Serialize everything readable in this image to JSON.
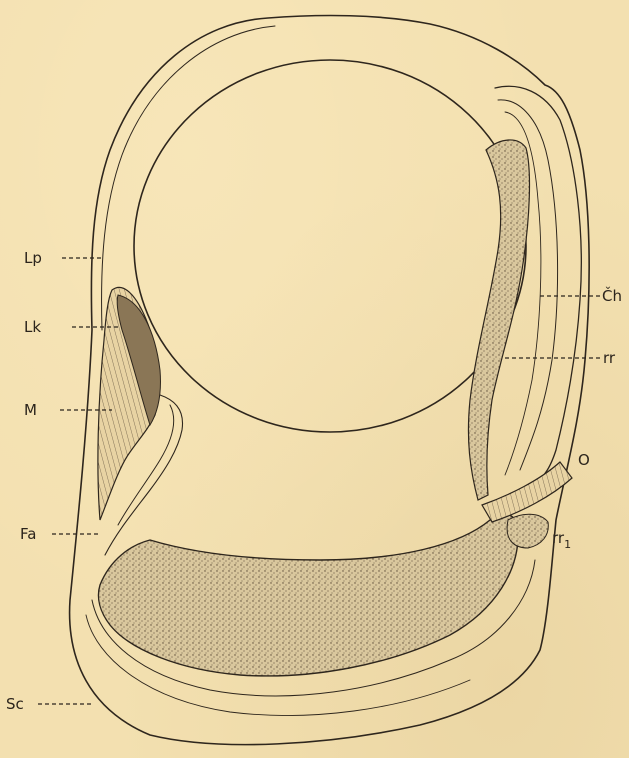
{
  "figure": {
    "labels": {
      "lp": "Lp",
      "lk": "Lk",
      "m": "M",
      "fa": "Fa",
      "sc": "Sc",
      "ch": "Čh",
      "rr": "rr",
      "o": "O",
      "rr1_base": "rr",
      "rr1_sub": "1"
    },
    "colors": {
      "paper": "#f3e0b0",
      "ink": "#2e261d"
    }
  }
}
